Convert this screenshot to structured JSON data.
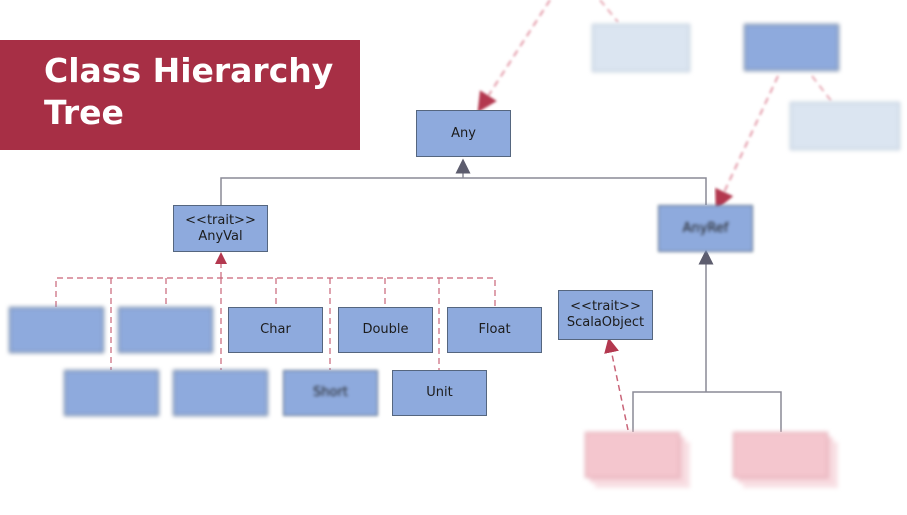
{
  "banner": {
    "title": "Class Hierarchy Tree"
  },
  "nodes": {
    "any": "Any",
    "anyval_stereotype": "<<trait>>",
    "anyval": "AnyVal",
    "anyref": "AnyRef",
    "char": "Char",
    "double": "Double",
    "float": "Float",
    "short": "Short",
    "unit": "Unit",
    "scalaobject_stereotype": "<<trait>>",
    "scalaobject": "ScalaObject"
  },
  "colors": {
    "banner": "#a72f45",
    "class_box": "#8eaadd",
    "dependency_arrow": "#c9465c",
    "inheritance_line": "#6a6a78",
    "note": "#dbe5f1",
    "user_classes": "#f4c6ce"
  }
}
